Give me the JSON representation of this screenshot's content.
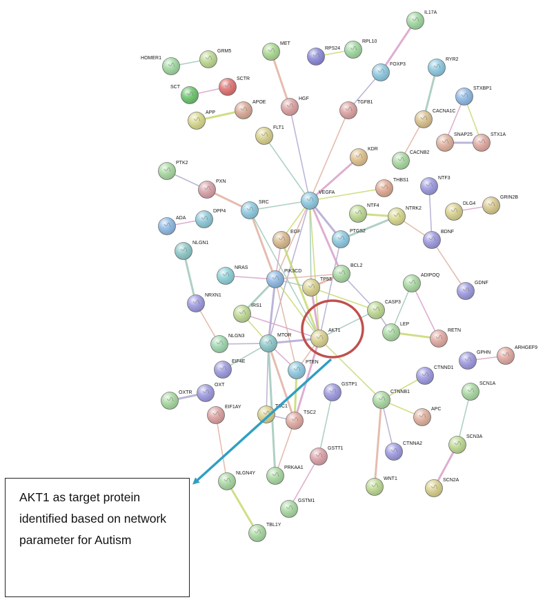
{
  "callout": {
    "lines": [
      "AKT1 as target protein",
      "identified based on network",
      "parameter for Autism"
    ]
  },
  "highlight": {
    "protein": "AKT1",
    "circle_color": "#c0504d",
    "arrow_color": "#2e9fc4"
  },
  "proteins": [
    {
      "label": "IL17A",
      "color": "#9fd8a0"
    },
    {
      "label": "RPL10",
      "color": "#9fd8a0"
    },
    {
      "label": "RPS24",
      "color": "#8a88d8"
    },
    {
      "label": "FOXP3",
      "color": "#8cc8e0"
    },
    {
      "label": "MET",
      "color": "#a8d890"
    },
    {
      "label": "HOMER1",
      "color": "#9fd8a0"
    },
    {
      "label": "GRM5",
      "color": "#bcd890"
    },
    {
      "label": "SCT",
      "color": "#6ac46a"
    },
    {
      "label": "SCTR",
      "color": "#e07070"
    },
    {
      "label": "APP",
      "color": "#d8d88c"
    },
    {
      "label": "APOE",
      "color": "#d8a894"
    },
    {
      "label": "HGF",
      "color": "#dca0a0"
    },
    {
      "label": "TGFB1",
      "color": "#dca0a0"
    },
    {
      "label": "RYR2",
      "color": "#8cc8e0"
    },
    {
      "label": "STXBP1",
      "color": "#8cb8e4"
    },
    {
      "label": "CACNA1C",
      "color": "#d8c08c"
    },
    {
      "label": "SNAP25",
      "color": "#e0b09c"
    },
    {
      "label": "STX1A",
      "color": "#e0a8a0"
    },
    {
      "label": "FLT1",
      "color": "#d8d08c"
    },
    {
      "label": "CACNB2",
      "color": "#a8d8a0"
    },
    {
      "label": "KDR",
      "color": "#e0c08c"
    },
    {
      "label": "PTK2",
      "color": "#a8d8a0"
    },
    {
      "label": "PXN",
      "color": "#d8a0a8"
    },
    {
      "label": "THBS1",
      "color": "#e0a890"
    },
    {
      "label": "NTF3",
      "color": "#9c98e0"
    },
    {
      "label": "VEGFA",
      "color": "#8cc8e0"
    },
    {
      "label": "SRC",
      "color": "#8cc8e0"
    },
    {
      "label": "GRIN2B",
      "color": "#d8c88c"
    },
    {
      "label": "DLG4",
      "color": "#d8d08c"
    },
    {
      "label": "NTF4",
      "color": "#bcd890"
    },
    {
      "label": "NTRK2",
      "color": "#d8d88c"
    },
    {
      "label": "ADA",
      "color": "#8cb8e4"
    },
    {
      "label": "DPP4",
      "color": "#8cc8d8"
    },
    {
      "label": "EGF",
      "color": "#d8b88c"
    },
    {
      "label": "PTGS2",
      "color": "#8cc8e0"
    },
    {
      "label": "BDNF",
      "color": "#9c98e0"
    },
    {
      "label": "NLGN1",
      "color": "#8cc8c8"
    },
    {
      "label": "NRAS",
      "color": "#8cd0d8"
    },
    {
      "label": "PIK3CD",
      "color": "#8cb8e4"
    },
    {
      "label": "TP53",
      "color": "#d8d08c"
    },
    {
      "label": "BCL2",
      "color": "#a8d8a0"
    },
    {
      "label": "GDNF",
      "color": "#9c98e0"
    },
    {
      "label": "ADIPOQ",
      "color": "#a8d8a0"
    },
    {
      "label": "NRXN1",
      "color": "#9c98e0"
    },
    {
      "label": "IRS1",
      "color": "#bcd890"
    },
    {
      "label": "CASP3",
      "color": "#bcd890"
    },
    {
      "label": "LEP",
      "color": "#a8d8a0"
    },
    {
      "label": "RETN",
      "color": "#e0a8a0"
    },
    {
      "label": "AKT1",
      "color": "#d8d08c"
    },
    {
      "label": "MTOR",
      "color": "#8cc8c8"
    },
    {
      "label": "NLGN3",
      "color": "#9fd8b0"
    },
    {
      "label": "EIF4E",
      "color": "#9c98e0"
    },
    {
      "label": "PTEN",
      "color": "#8cc8e0"
    },
    {
      "label": "GPHN",
      "color": "#9c98e0"
    },
    {
      "label": "ARHGEF9",
      "color": "#e0a8a0"
    },
    {
      "label": "CTNND1",
      "color": "#9c98e0"
    },
    {
      "label": "OXT",
      "color": "#9c98e0"
    },
    {
      "label": "OXTR",
      "color": "#a8d8a0"
    },
    {
      "label": "EIF1AY",
      "color": "#dca0a0"
    },
    {
      "label": "SCN1A",
      "color": "#a8d8a0"
    },
    {
      "label": "GSTP1",
      "color": "#9c98e0"
    },
    {
      "label": "CTNNB1",
      "color": "#a8d8a0"
    },
    {
      "label": "TSC1",
      "color": "#d8d08c"
    },
    {
      "label": "TSC2",
      "color": "#e0a8a0"
    },
    {
      "label": "APC",
      "color": "#e0b09c"
    },
    {
      "label": "SCN3A",
      "color": "#bcd890"
    },
    {
      "label": "CTNNA2",
      "color": "#9c98e0"
    },
    {
      "label": "GSTT1",
      "color": "#dca0a8"
    },
    {
      "label": "NLGN4Y",
      "color": "#a8d8a0"
    },
    {
      "label": "PRKAA1",
      "color": "#a8d8a0"
    },
    {
      "label": "SCN2A",
      "color": "#d8d08c"
    },
    {
      "label": "WNT1",
      "color": "#bcd890"
    },
    {
      "label": "GSTM1",
      "color": "#a8d8a0"
    },
    {
      "label": "TBL1Y",
      "color": "#a8d8a0"
    }
  ],
  "interactions": [
    [
      "IL17A",
      "FOXP3"
    ],
    [
      "RPS24",
      "RPL10"
    ],
    [
      "FOXP3",
      "TGFB1"
    ],
    [
      "MET",
      "HGF"
    ],
    [
      "HOMER1",
      "GRM5"
    ],
    [
      "SCT",
      "SCTR"
    ],
    [
      "APP",
      "APOE"
    ],
    [
      "HGF",
      "VEGFA"
    ],
    [
      "TGFB1",
      "VEGFA"
    ],
    [
      "RYR2",
      "CACNA1C"
    ],
    [
      "STXBP1",
      "SNAP25"
    ],
    [
      "STXBP1",
      "STX1A"
    ],
    [
      "SNAP25",
      "STX1A"
    ],
    [
      "CACNA1C",
      "CACNB2"
    ],
    [
      "FLT1",
      "VEGFA"
    ],
    [
      "KDR",
      "VEGFA"
    ],
    [
      "THBS1",
      "VEGFA"
    ],
    [
      "PTK2",
      "PXN"
    ],
    [
      "PXN",
      "SRC"
    ],
    [
      "SRC",
      "VEGFA"
    ],
    [
      "DLG4",
      "GRIN2B"
    ],
    [
      "NTF4",
      "NTRK2"
    ],
    [
      "NTF3",
      "BDNF"
    ],
    [
      "NTRK2",
      "BDNF"
    ],
    [
      "NTRK2",
      "PTGS2"
    ],
    [
      "ADA",
      "DPP4"
    ],
    [
      "VEGFA",
      "EGF"
    ],
    [
      "VEGFA",
      "PTGS2"
    ],
    [
      "VEGFA",
      "PIK3CD"
    ],
    [
      "VEGFA",
      "TP53"
    ],
    [
      "VEGFA",
      "BCL2"
    ],
    [
      "VEGFA",
      "AKT1"
    ],
    [
      "VEGFA",
      "MTOR"
    ],
    [
      "SRC",
      "PIK3CD"
    ],
    [
      "SRC",
      "AKT1"
    ],
    [
      "EGF",
      "PIK3CD"
    ],
    [
      "EGF",
      "AKT1"
    ],
    [
      "PTGS2",
      "AKT1"
    ],
    [
      "BDNF",
      "GDNF"
    ],
    [
      "NLGN1",
      "NRXN1"
    ],
    [
      "NRAS",
      "PIK3CD"
    ],
    [
      "PIK3CD",
      "AKT1"
    ],
    [
      "PIK3CD",
      "MTOR"
    ],
    [
      "PIK3CD",
      "PTEN"
    ],
    [
      "PIK3CD",
      "TP53"
    ],
    [
      "TP53",
      "AKT1"
    ],
    [
      "TP53",
      "CASP3"
    ],
    [
      "BCL2",
      "CASP3"
    ],
    [
      "BCL2",
      "TP53"
    ],
    [
      "ADIPOQ",
      "LEP"
    ],
    [
      "ADIPOQ",
      "RETN"
    ],
    [
      "LEP",
      "RETN"
    ],
    [
      "LEP",
      "CASP3"
    ],
    [
      "NRXN1",
      "NLGN3"
    ],
    [
      "IRS1",
      "PIK3CD"
    ],
    [
      "IRS1",
      "AKT1"
    ],
    [
      "IRS1",
      "MTOR"
    ],
    [
      "AKT1",
      "MTOR"
    ],
    [
      "AKT1",
      "PTEN"
    ],
    [
      "AKT1",
      "CASP3"
    ],
    [
      "AKT1",
      "TSC2"
    ],
    [
      "AKT1",
      "CTNNB1"
    ],
    [
      "MTOR",
      "TSC1"
    ],
    [
      "MTOR",
      "TSC2"
    ],
    [
      "MTOR",
      "EIF4E"
    ],
    [
      "MTOR",
      "PTEN"
    ],
    [
      "PTEN",
      "TSC2"
    ],
    [
      "TSC1",
      "TSC2"
    ],
    [
      "TSC2",
      "PRKAA1"
    ],
    [
      "MTOR",
      "PRKAA1"
    ],
    [
      "GPHN",
      "ARHGEF9"
    ],
    [
      "CTNND1",
      "CTNNB1"
    ],
    [
      "OXT",
      "OXTR"
    ],
    [
      "EIF1AY",
      "NLGN4Y"
    ],
    [
      "SCN1A",
      "SCN3A"
    ],
    [
      "SCN3A",
      "SCN2A"
    ],
    [
      "CTNNB1",
      "APC"
    ],
    [
      "CTNNB1",
      "CTNNA2"
    ],
    [
      "CTNNB1",
      "WNT1"
    ],
    [
      "GSTP1",
      "GSTT1"
    ],
    [
      "GSTT1",
      "GSTM1"
    ],
    [
      "NLGN4Y",
      "TBL1Y"
    ],
    [
      "MTOR",
      "NLGN3"
    ],
    [
      "PIK3CD",
      "BCL2"
    ]
  ]
}
